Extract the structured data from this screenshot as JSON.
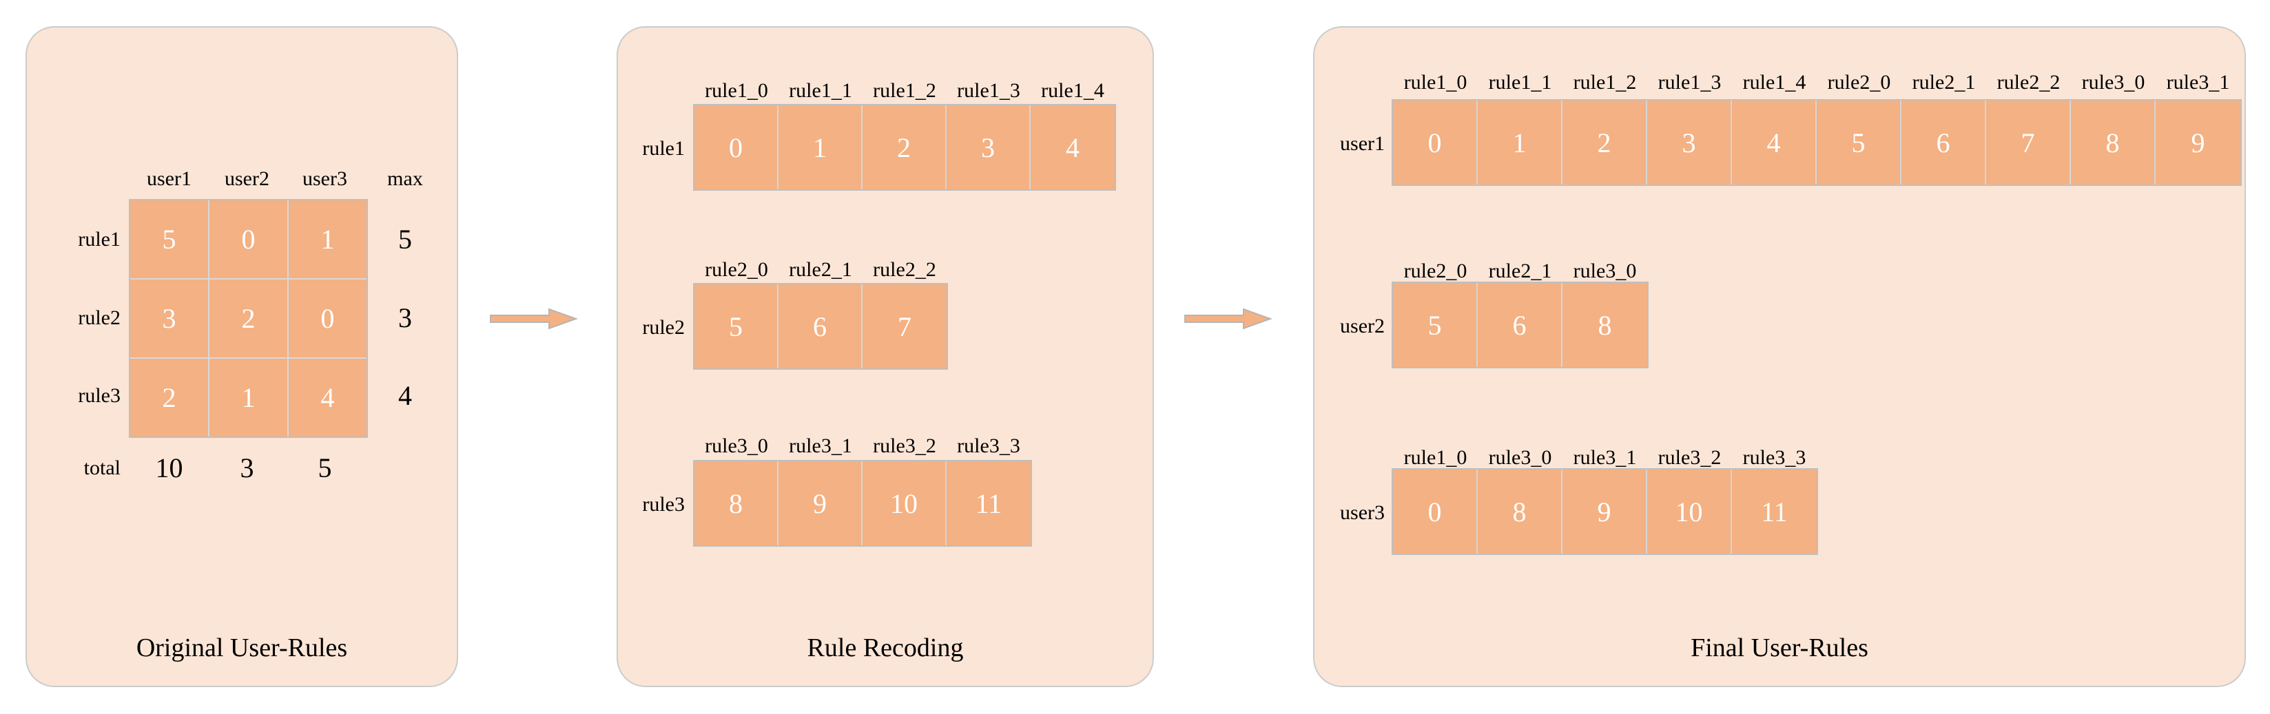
{
  "colors": {
    "page_bg": "#ffffff",
    "panel_bg": "#fbe5d6",
    "panel_border": "#cccccc",
    "cell_fill": "#f4b183",
    "cell_outer_border": "#bfbfbf",
    "cell_inner_border": "#d6d6d6",
    "cell_text": "#ffffff",
    "label_text": "#000000",
    "arrow_fill": "#f4b183",
    "arrow_stroke": "#b5b5b5"
  },
  "icons": {
    "flow_arrow": "right-arrow"
  },
  "panels": [
    {
      "title": "Original User-Rules",
      "matrix": {
        "col_headers": [
          "user1",
          "user2",
          "user3"
        ],
        "extra_col_header": "max",
        "rows": [
          {
            "label": "rule1",
            "cells": [
              5,
              0,
              1
            ],
            "max": 5
          },
          {
            "label": "rule2",
            "cells": [
              3,
              2,
              0
            ],
            "max": 3
          },
          {
            "label": "rule3",
            "cells": [
              2,
              1,
              4
            ],
            "max": 4
          }
        ],
        "footer": {
          "label": "total",
          "values": [
            10,
            3,
            5
          ]
        }
      }
    },
    {
      "title": "Rule Recoding",
      "rows": [
        {
          "label": "rule1",
          "headers": [
            "rule1_0",
            "rule1_1",
            "rule1_2",
            "rule1_3",
            "rule1_4"
          ],
          "values": [
            0,
            1,
            2,
            3,
            4
          ]
        },
        {
          "label": "rule2",
          "headers": [
            "rule2_0",
            "rule2_1",
            "rule2_2"
          ],
          "values": [
            5,
            6,
            7
          ]
        },
        {
          "label": "rule3",
          "headers": [
            "rule3_0",
            "rule3_1",
            "rule3_2",
            "rule3_3"
          ],
          "values": [
            8,
            9,
            10,
            11
          ]
        }
      ]
    },
    {
      "title": "Final User-Rules",
      "rows": [
        {
          "label": "user1",
          "headers": [
            "rule1_0",
            "rule1_1",
            "rule1_2",
            "rule1_3",
            "rule1_4",
            "rule2_0",
            "rule2_1",
            "rule2_2",
            "rule3_0",
            "rule3_1"
          ],
          "values": [
            0,
            1,
            2,
            3,
            4,
            5,
            6,
            7,
            8,
            9
          ]
        },
        {
          "label": "user2",
          "headers": [
            "rule2_0",
            "rule2_1",
            "rule3_0"
          ],
          "values": [
            5,
            6,
            8
          ]
        },
        {
          "label": "user3",
          "headers": [
            "rule1_0",
            "rule3_0",
            "rule3_1",
            "rule3_2",
            "rule3_3"
          ],
          "values": [
            0,
            8,
            9,
            10,
            11
          ]
        }
      ]
    }
  ]
}
